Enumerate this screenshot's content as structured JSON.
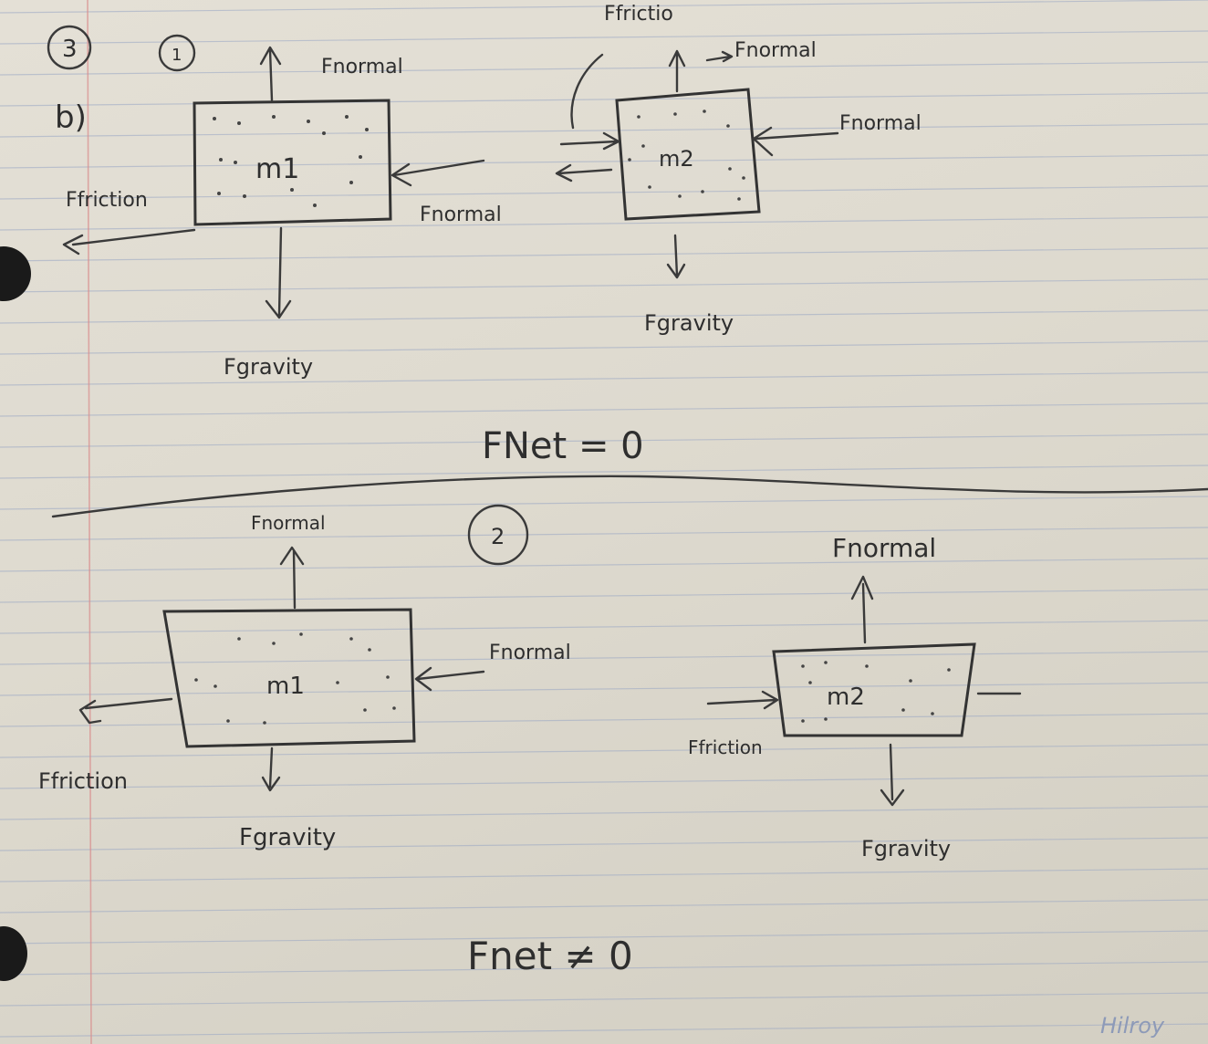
{
  "problem": {
    "number": "3",
    "part": "b)"
  },
  "case_1": {
    "number": "1",
    "mass_1": {
      "label": "m1",
      "forces": {
        "normal_up": "Fnormal",
        "normal_side": "Fnormal",
        "friction": "Ffriction",
        "gravity": "Fgravity"
      }
    },
    "mass_2": {
      "label": "m2",
      "forces": {
        "friction_top": "Ffrictio",
        "normal_up": "Fnormal",
        "normal_side": "Fnormal",
        "gravity": "Fgravity"
      }
    },
    "result": "FNet = 0"
  },
  "case_2": {
    "number": "2",
    "mass_1": {
      "label": "m1",
      "forces": {
        "normal_up": "Fnormal",
        "normal_side": "Fnormal",
        "friction": "Ffriction",
        "gravity": "Fgravity"
      }
    },
    "mass_2": {
      "label": "m2",
      "forces": {
        "normal_up": "Fnormal",
        "friction": "Ffriction",
        "gravity": "Fgravity"
      }
    },
    "result": "Fnet ≠ 0"
  },
  "watermark": "Hilroy",
  "colors": {
    "paper": "#dedacf",
    "rule_line": "#9aa7c4",
    "margin_line": "#d98b8b",
    "ink": "#2e2e2e"
  }
}
